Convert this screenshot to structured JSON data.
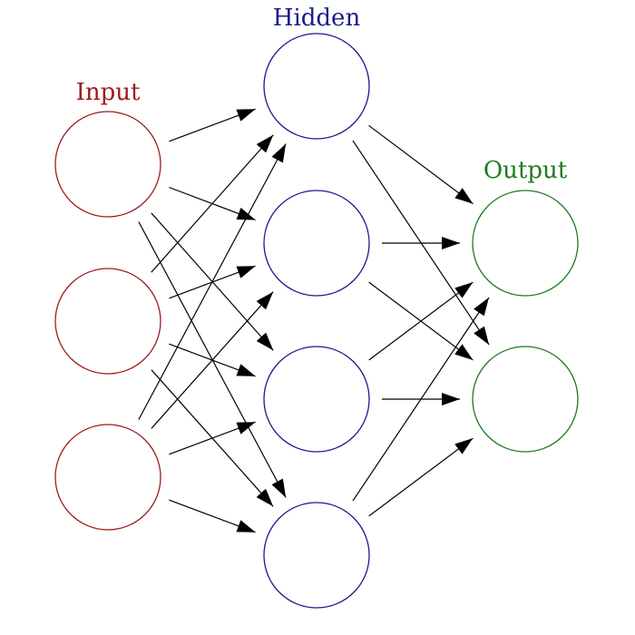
{
  "colors": {
    "input": "#a01c1c",
    "hidden": "#1a1a8c",
    "output": "#1f7a1f",
    "edges": "#000000",
    "background": "#ffffff"
  },
  "layers": [
    {
      "id": "input",
      "label": "Input",
      "node_count": 3,
      "color": "#a01c1c"
    },
    {
      "id": "hidden",
      "label": "Hidden",
      "node_count": 4,
      "color": "#1a1a8c"
    },
    {
      "id": "output",
      "label": "Output",
      "node_count": 2,
      "color": "#1f7a1f"
    }
  ],
  "connections": "fully-connected",
  "arrow_head": "filled-triangle"
}
